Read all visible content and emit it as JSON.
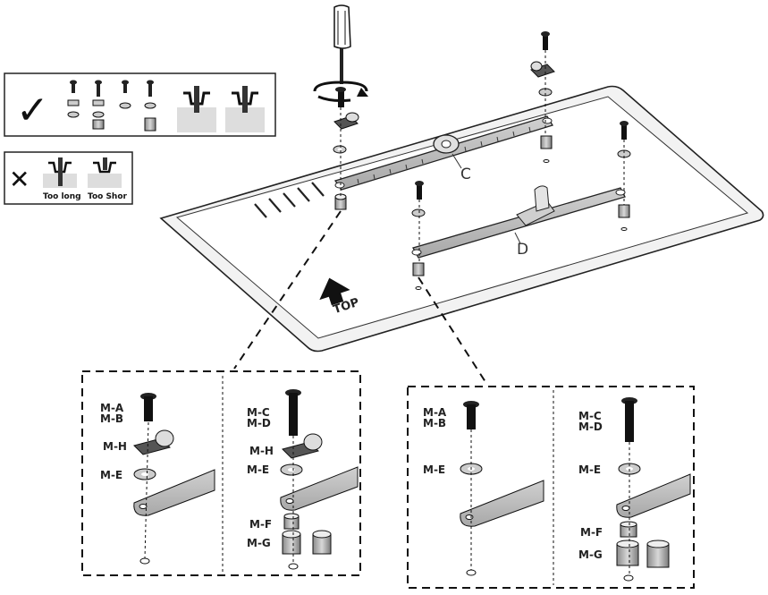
{
  "labels": {
    "top": "TOP",
    "bracket_c": "C",
    "bracket_d": "D",
    "too_long": "Too long",
    "too_short": "Too Shor"
  },
  "detail": {
    "screw_ab": [
      "M-A",
      "M-B"
    ],
    "screw_cd": [
      "M-C",
      "M-D"
    ],
    "clip_h": "M-H",
    "washer_e": "M-E",
    "spacer_f": "M-F",
    "spacer_g": "M-G"
  },
  "marks": {
    "check": "✓",
    "cross": "✕"
  }
}
